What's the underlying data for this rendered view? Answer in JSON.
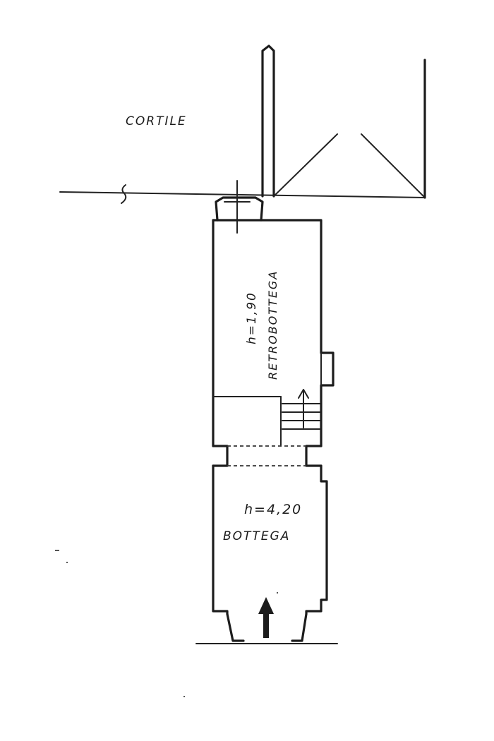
{
  "plan": {
    "labels": {
      "courtyard": "CORTILE",
      "back_shop_height": "h=1,90",
      "back_shop": "RETROBOTTEGA",
      "shop_height": "h=4,20",
      "shop": "BOTTEGA"
    },
    "colors": {
      "ink": "#1c1c1c",
      "paper": "#ffffff"
    },
    "icons": {
      "entrance": "arrow-up-icon",
      "stairs": "stairs-icon"
    }
  }
}
